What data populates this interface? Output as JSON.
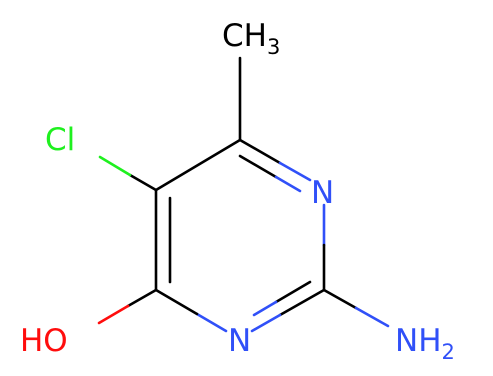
{
  "colors": {
    "carbon": "#000000",
    "nitrogen": "#3050F8",
    "oxygen": "#FF0D0D",
    "chlorine": "#1FF01F",
    "background": "#FFFFFF"
  },
  "atoms": {
    "methyl": {
      "main": "CH",
      "sub": "3"
    },
    "chlorine": {
      "main": "Cl"
    },
    "n_upper": {
      "main": "N"
    },
    "n_lower": {
      "main": "N"
    },
    "hydroxyl": {
      "main": "HO"
    },
    "amino": {
      "main": "NH",
      "sub": "2"
    }
  }
}
